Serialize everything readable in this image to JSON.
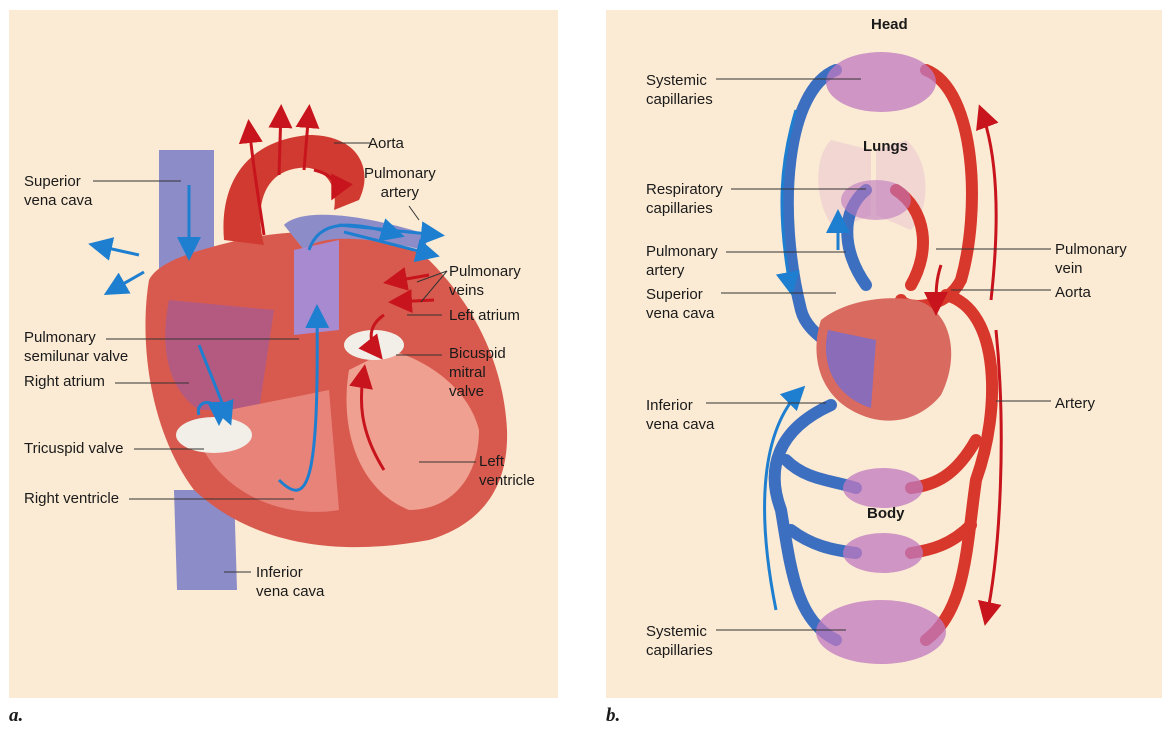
{
  "panel_a": {
    "label": "a.",
    "labels": {
      "superior_vena_cava": "Superior\nvena cava",
      "aorta": "Aorta",
      "pulmonary_artery": "Pulmonary\nartery",
      "pulmonary_veins": "Pulmonary\nveins",
      "left_atrium": "Left atrium",
      "pulmonary_semilunar_valve": "Pulmonary\nsemilunar valve",
      "bicuspid_mitral_valve": "Bicuspid\nmitral\nvalve",
      "right_atrium": "Right atrium",
      "tricuspid_valve": "Tricuspid valve",
      "left_ventricle": "Left\nventricle",
      "right_ventricle": "Right ventricle",
      "inferior_vena_cava": "Inferior\nvena cava"
    }
  },
  "panel_b": {
    "label": "b.",
    "titles": {
      "head": "Head",
      "lungs": "Lungs",
      "body": "Body"
    },
    "labels": {
      "systemic_capillaries_top": "Systemic\ncapillaries",
      "respiratory_capillaries": "Respiratory\ncapillaries",
      "pulmonary_artery": "Pulmonary\nartery",
      "superior_vena_cava": "Superior\nvena cava",
      "inferior_vena_cava": "Inferior\nvena cava",
      "systemic_capillaries_bottom": "Systemic\ncapillaries",
      "pulmonary_vein": "Pulmonary\nvein",
      "aorta": "Aorta",
      "artery": "Artery"
    }
  },
  "colors": {
    "panel_bg": "#fbebd4",
    "deoxygenated_blue": "#3d6fc0",
    "oxygenated_red": "#d8382c",
    "flow_arrow_blue": "#1e7fd0",
    "flow_arrow_red": "#c8141c",
    "heart_muscle": "#d85a4e",
    "capillary_purple": "#b06ab8"
  }
}
